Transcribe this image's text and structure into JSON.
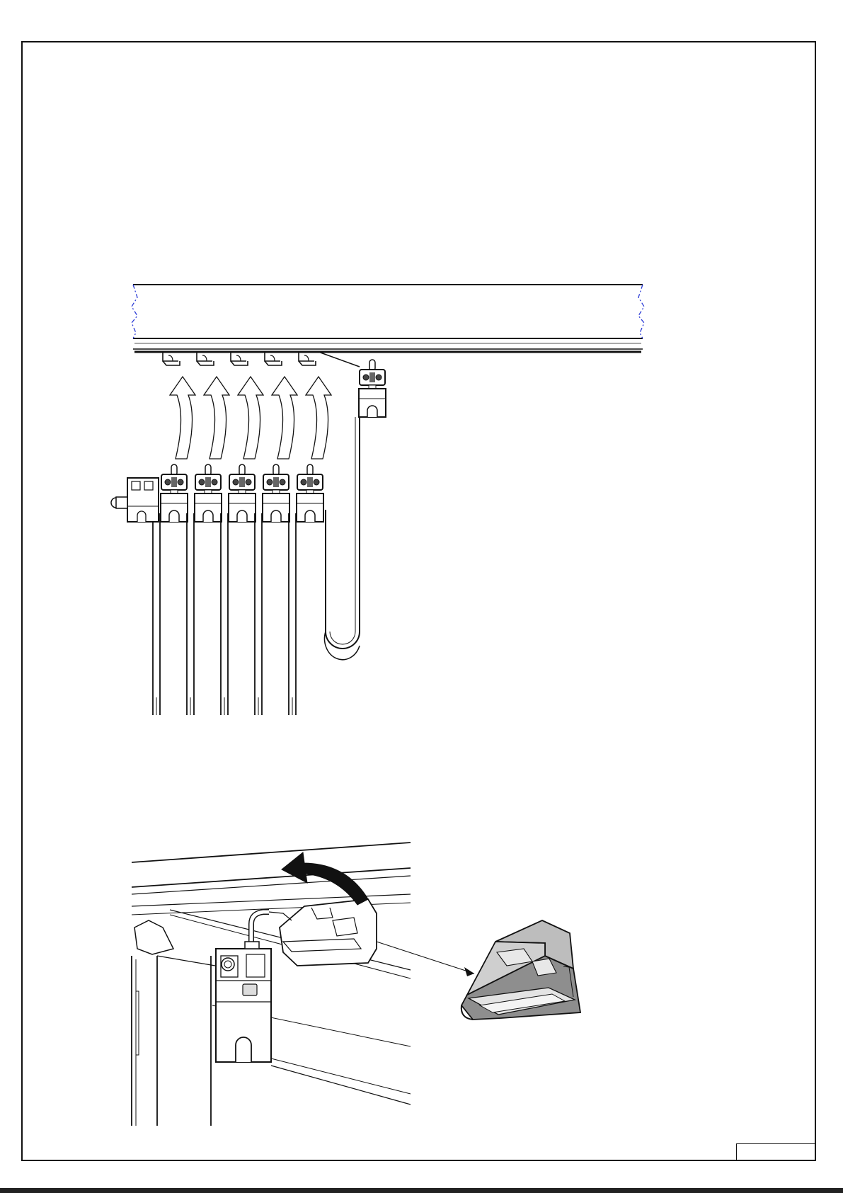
{
  "document": {
    "type": "installation-instruction-sheet",
    "steps": [
      {
        "view": "side-elevation",
        "icon": "mount-panels-on-track-icon",
        "carrier_count": 5,
        "fixed_stack_count": 1
      },
      {
        "view": "perspective-detail",
        "icon": "tilt-carrier-into-track-icon",
        "detail_part": "carrier-clip-icon"
      }
    ],
    "colors": {
      "line": "#111111",
      "break_line": "#2b3bd6",
      "arrow_fill": "#111111"
    }
  }
}
